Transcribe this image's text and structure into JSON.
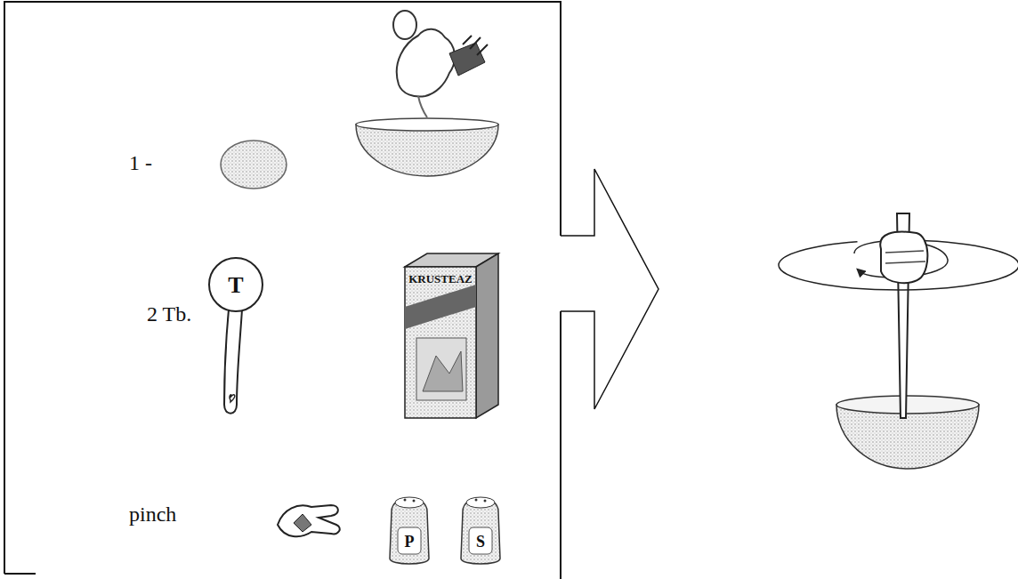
{
  "diagram": {
    "nodes": [
      {
        "text": [
          "1 -",
          "2 Tb.",
          "pinch"
        ]
      }
    ],
    "labels": [
      "T",
      "KRUSTEAZ",
      "P",
      "S"
    ]
  }
}
